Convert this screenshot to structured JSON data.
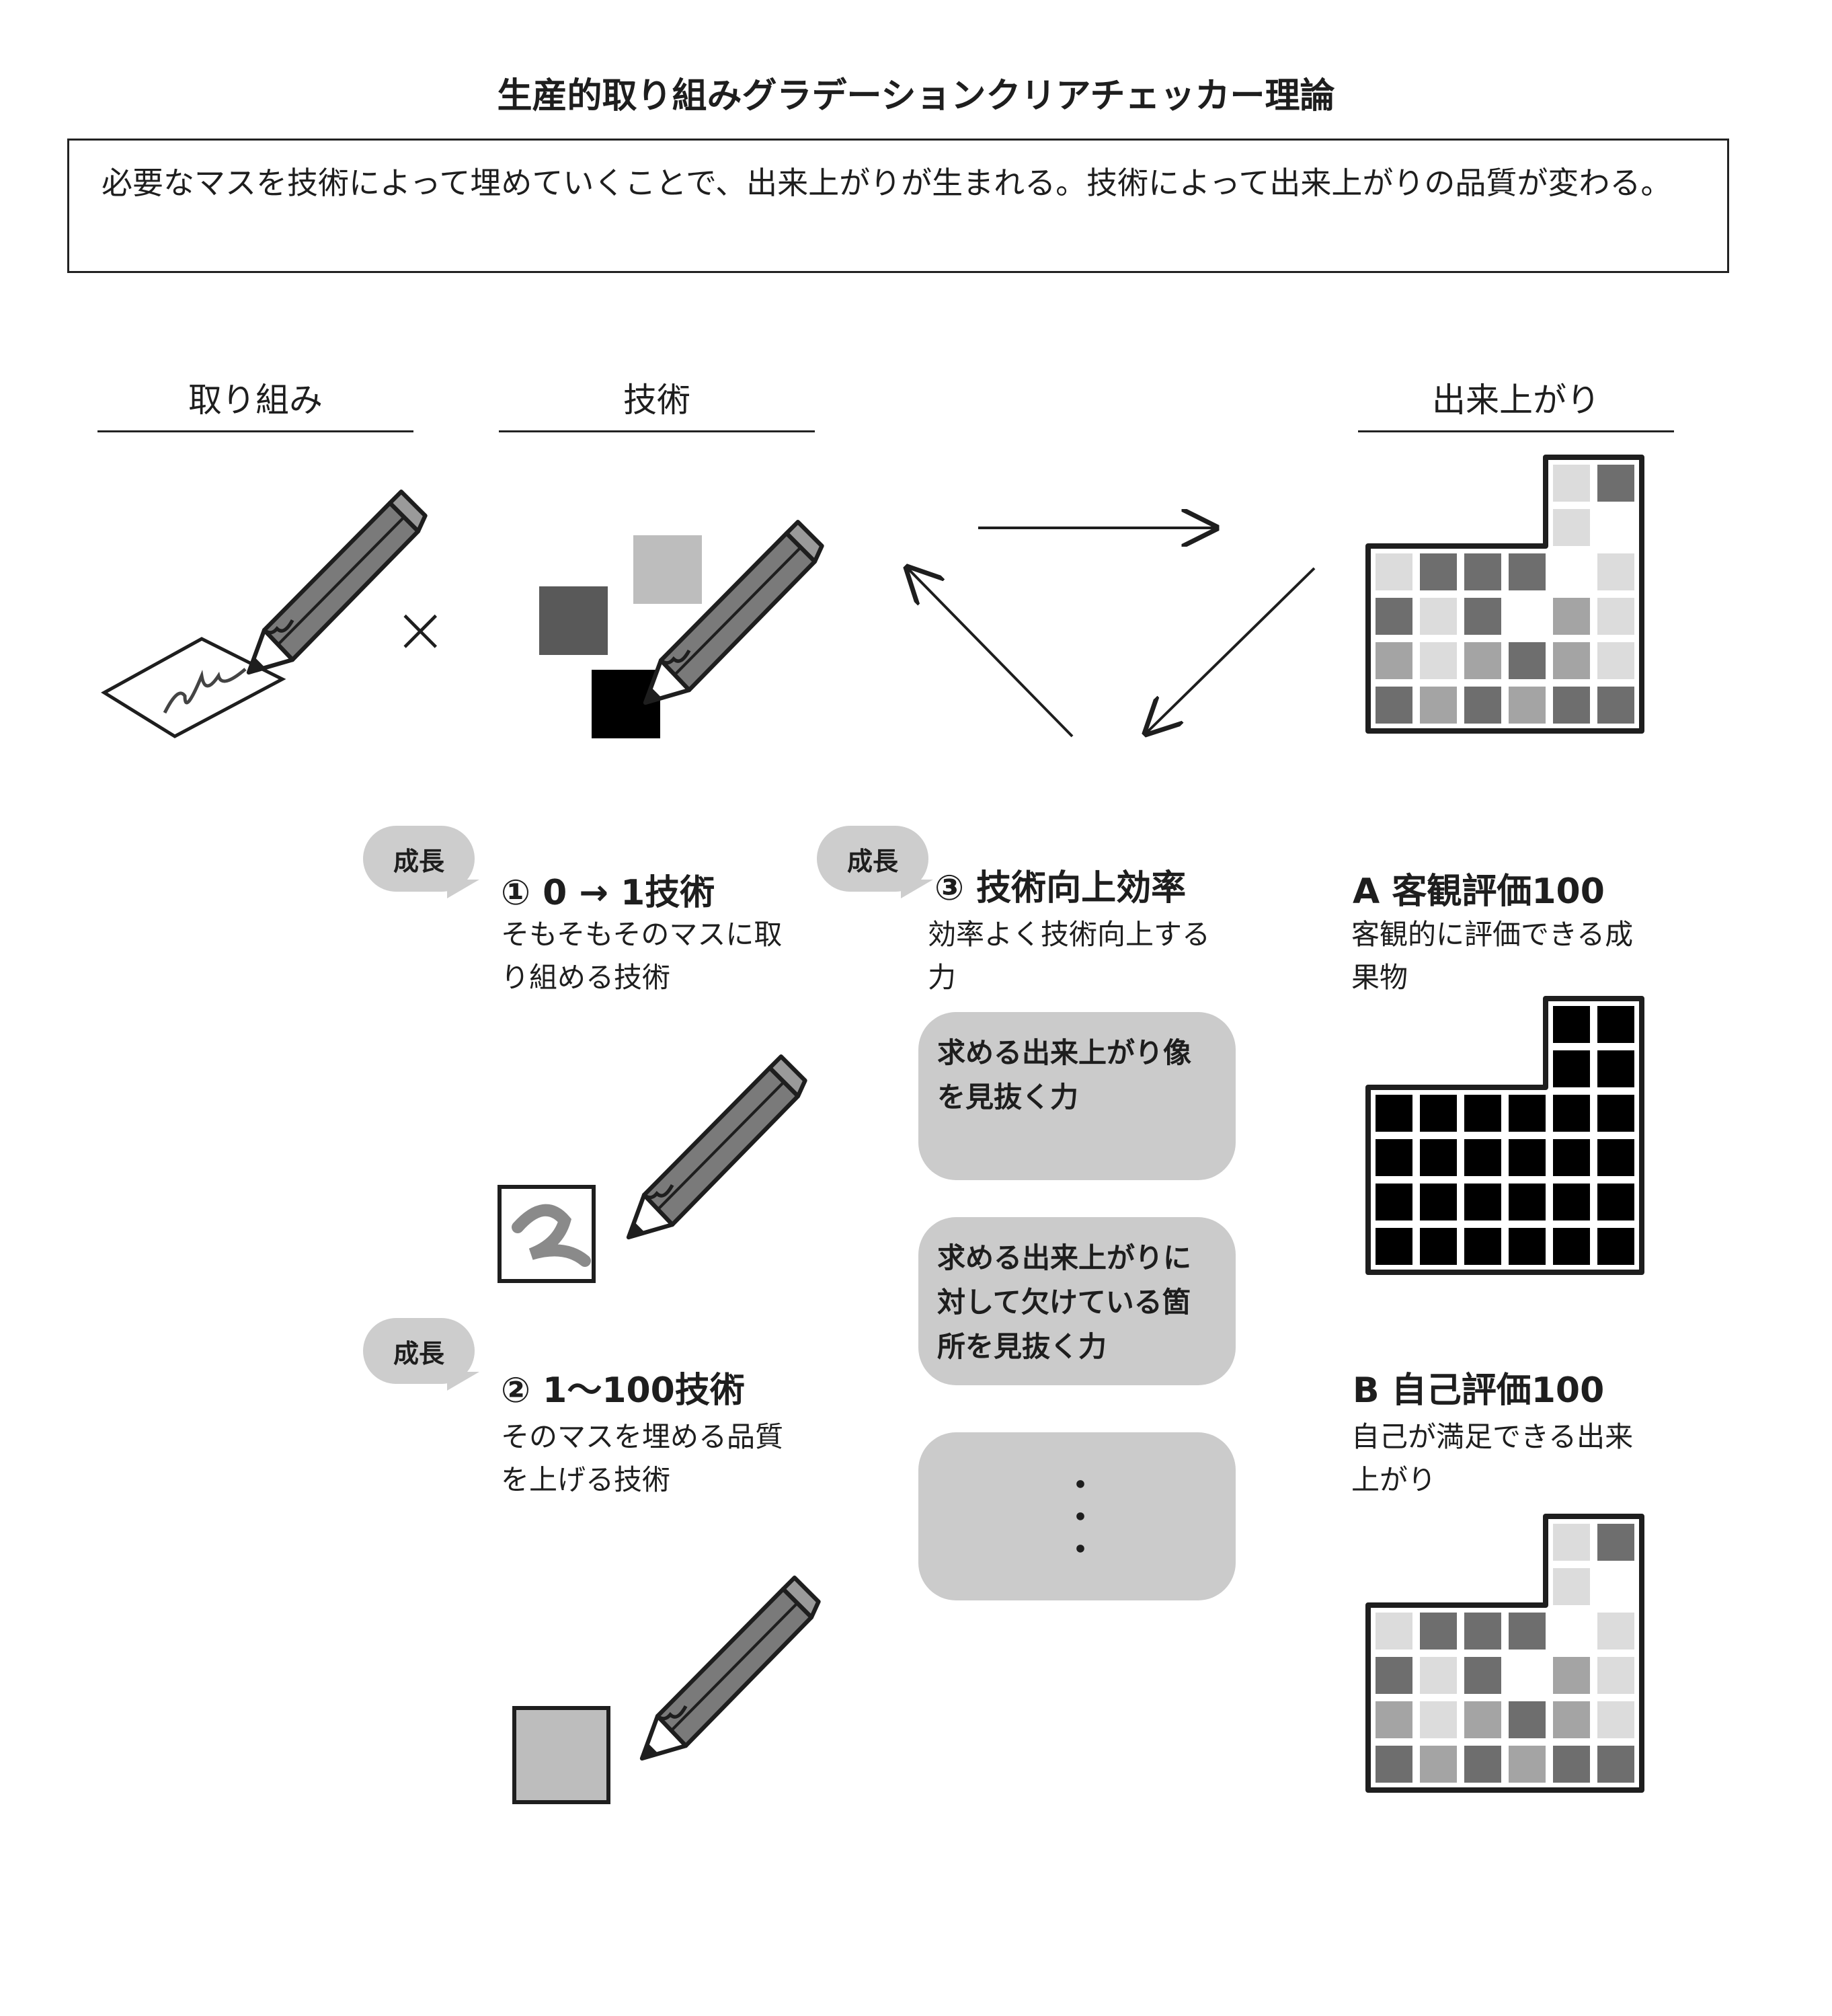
{
  "title": "生産的取り組みグラデーションクリアチェッカー理論",
  "intro": "必要なマスを技術によって埋めていくことで、出来上がりが生まれる。技術によって出来上がりの品質が変わる。",
  "columns": {
    "effort": "取り組み",
    "skill": "技術",
    "result": "出来上がり"
  },
  "times_symbol": "×",
  "growth_label": "成長",
  "steps": [
    {
      "heading": "① 0 → 1技術",
      "desc": "そもそもそのマスに取り組める技術"
    },
    {
      "heading": "② 1〜100技術",
      "desc": "そのマスを埋める品質を上げる技術"
    },
    {
      "heading": "③ 技術向上効率",
      "desc": "効率よく技術向上する力"
    }
  ],
  "cards": [
    "求める出来上がり像を見抜く力",
    "求める出来上がりに対して欠けている箇所を見抜く力",
    "・・・"
  ],
  "evaluations": [
    {
      "heading": "A 客観評価100",
      "desc": "客観的に評価できる成果物"
    },
    {
      "heading": "B 自己評価100",
      "desc": "自己が満足できる出来上がり"
    }
  ],
  "colors": {
    "ink": "#1e1e1e",
    "pencil": "#7a7a7a",
    "card": "#cbcbcb",
    "cell_light": "#dcdcdc",
    "cell_mid": "#a4a4a4",
    "cell_dark": "#6e6e6e",
    "cell_black": "#000000"
  }
}
